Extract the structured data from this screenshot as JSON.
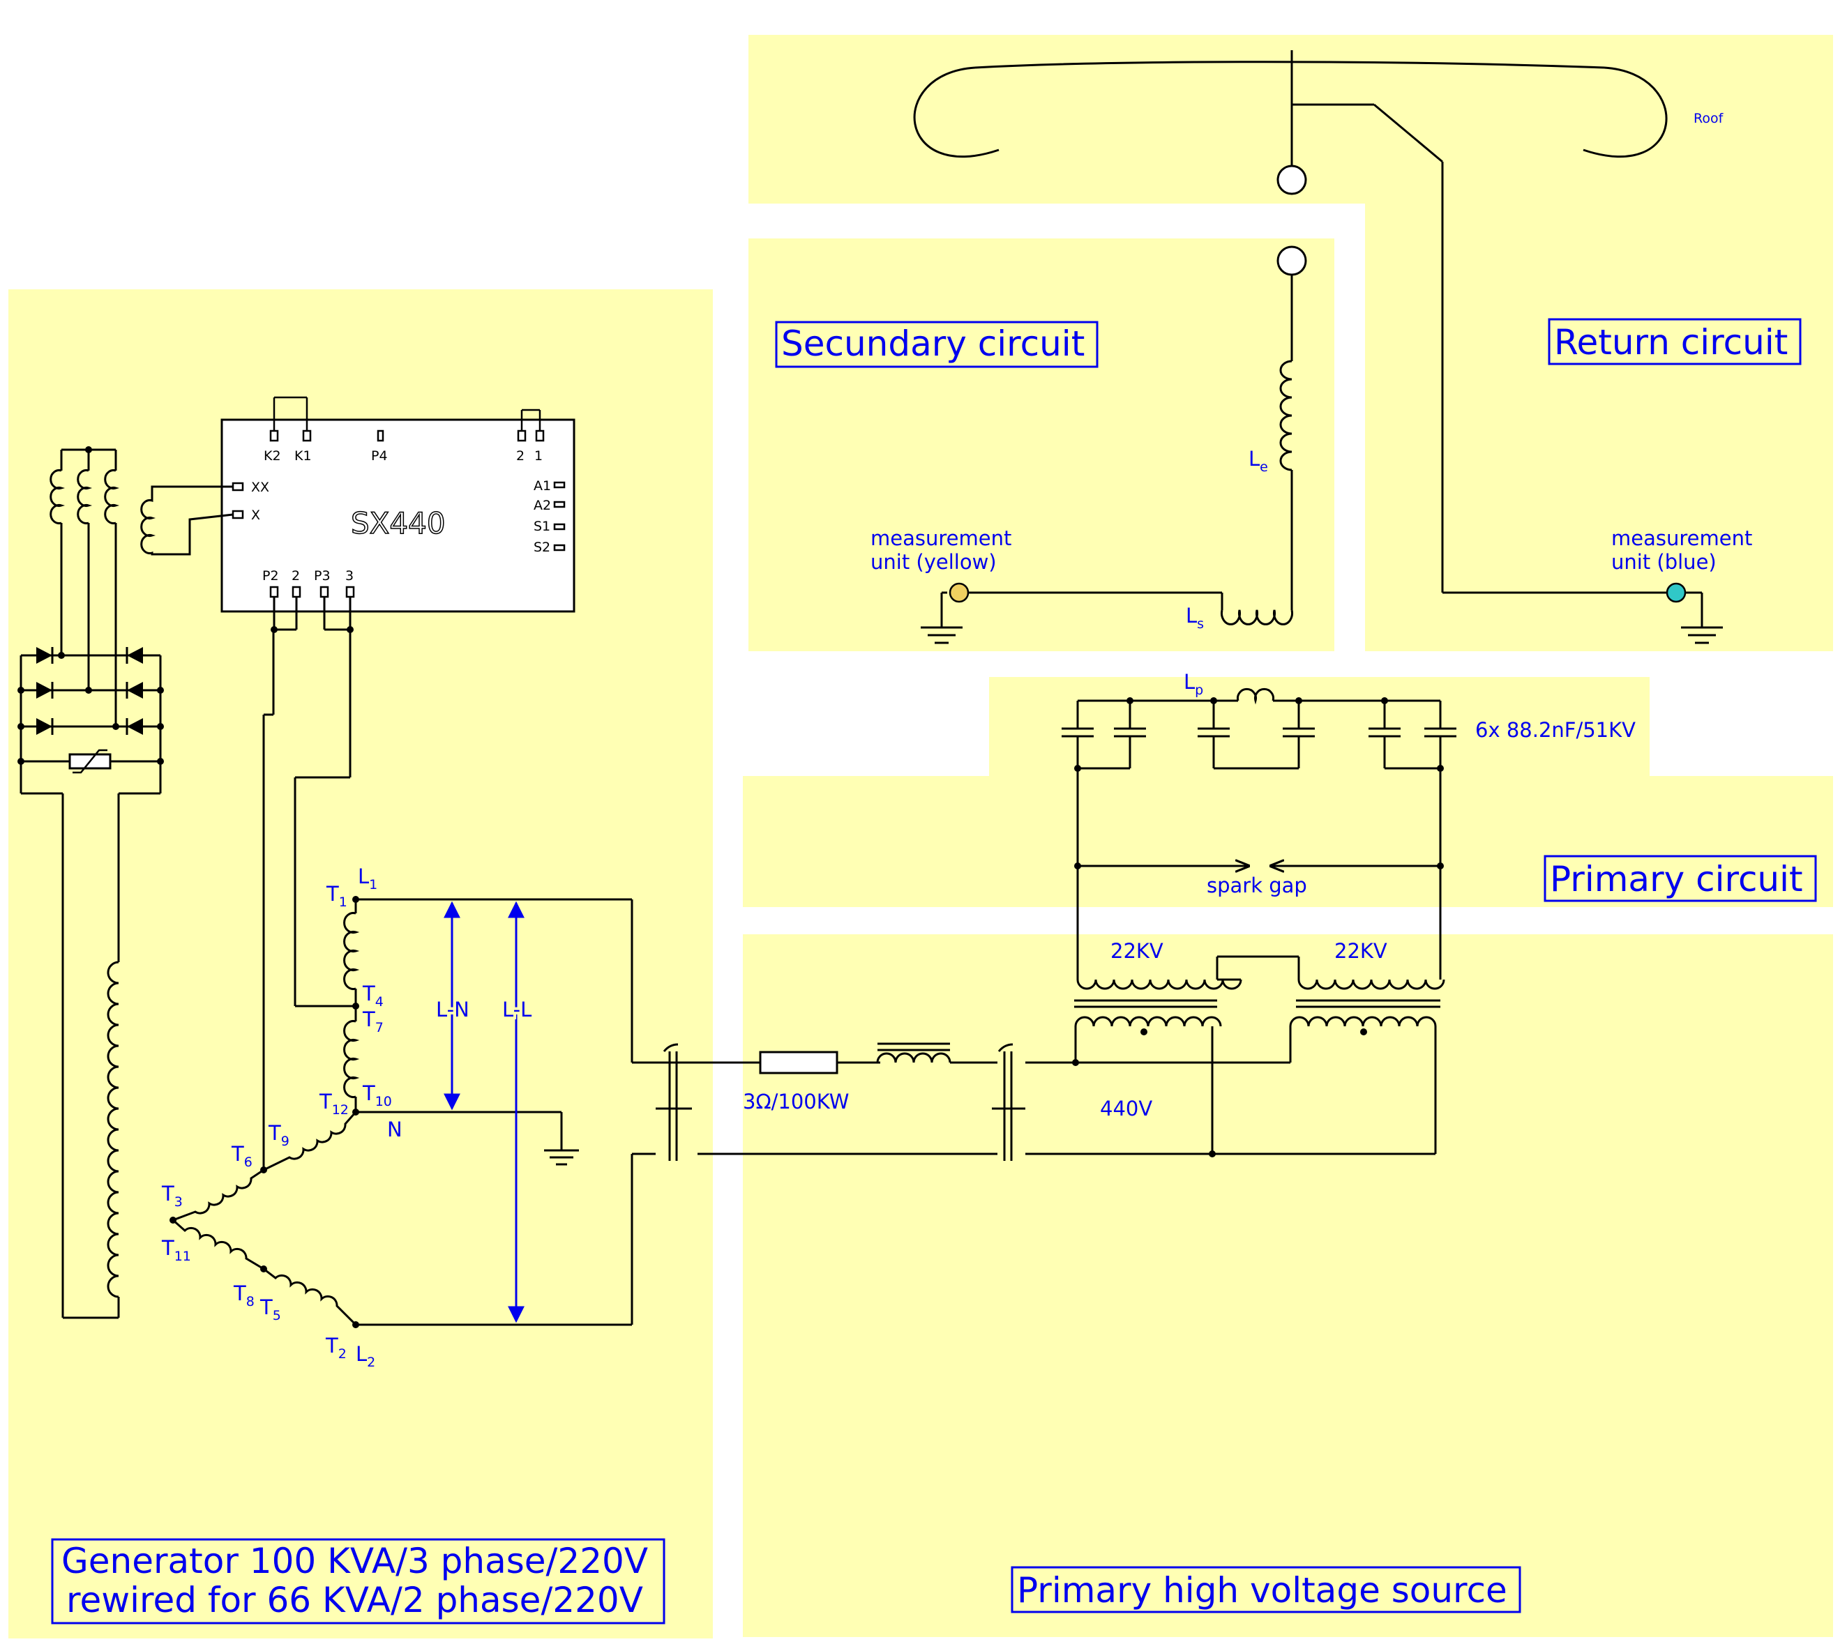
{
  "regions": {
    "generator": {
      "title_line1": "Generator 100 KVA/3 phase/220V",
      "title_line2": "rewired for 66 KVA/2 phase/220V"
    },
    "secondary": {
      "title": "Secundary circuit"
    },
    "return": {
      "title": "Return circuit"
    },
    "primary": {
      "title": "Primary circuit"
    },
    "hv_source": {
      "title": "Primary high voltage source"
    }
  },
  "labels": {
    "roof": "Roof",
    "meas_yellow_1": "measurement",
    "meas_yellow_2": "unit (yellow)",
    "meas_blue_1": "measurement",
    "meas_blue_2": "unit (blue)",
    "le": "L",
    "le_sub": "e",
    "ls": "L",
    "ls_sub": "s",
    "lp": "L",
    "lp_sub": "p",
    "caps": "6x 88.2nF/51KV",
    "spark_gap": "spark gap",
    "kv_left": "22KV",
    "kv_right": "22KV",
    "v440": "440V",
    "resistor": "3Ω/100KW",
    "ln": "L-N",
    "ll": "L-L",
    "n": "N",
    "l1": "L",
    "l1_sub": "1",
    "l2": "L",
    "l2_sub": "2",
    "t1": "T",
    "t1_sub": "1",
    "t4": "T",
    "t4_sub": "4",
    "t7": "T",
    "t7_sub": "7",
    "t10": "T",
    "t10_sub": "10",
    "t12": "T",
    "t12_sub": "12",
    "t9": "T",
    "t9_sub": "9",
    "t6": "T",
    "t6_sub": "6",
    "t3": "T",
    "t3_sub": "3",
    "t11": "T",
    "t11_sub": "11",
    "t8": "T",
    "t8_sub": "8",
    "t5": "T",
    "t5_sub": "5",
    "t2": "T",
    "t2_sub": "2"
  },
  "regulator": {
    "name": "SX440",
    "k2": "K2",
    "k1": "K1",
    "p4": "P4",
    "pin2": "2",
    "pin1": "1",
    "xx": "XX",
    "x": "X",
    "a1": "A1",
    "a2": "A2",
    "s1": "S1",
    "s2": "S2",
    "p2": "P2",
    "pin2b": "2",
    "p3": "P3",
    "pin3": "3"
  },
  "colors": {
    "region_fill": "#ffffb4",
    "label_blue": "#0000ee",
    "meas_yellow": "#f0d060",
    "meas_blue": "#30c8c8"
  }
}
